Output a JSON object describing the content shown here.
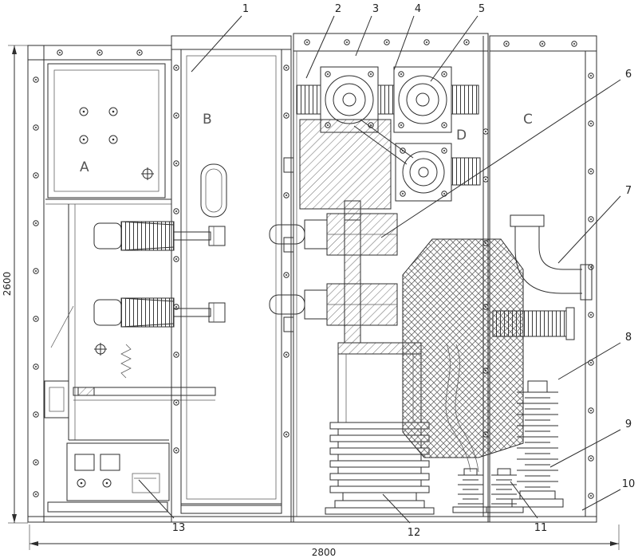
{
  "drawing": {
    "compartments": {
      "a": "A",
      "b": "B",
      "c": "C",
      "d": "D"
    },
    "callouts": {
      "n1": "1",
      "n2": "2",
      "n3": "3",
      "n4": "4",
      "n5": "5",
      "n6": "6",
      "n7": "7",
      "n8": "8",
      "n9": "9",
      "n10": "10",
      "n11": "11",
      "n12": "12",
      "n13": "13"
    },
    "dimensions": {
      "height_mm": "2600",
      "width_mm": "2800"
    }
  }
}
